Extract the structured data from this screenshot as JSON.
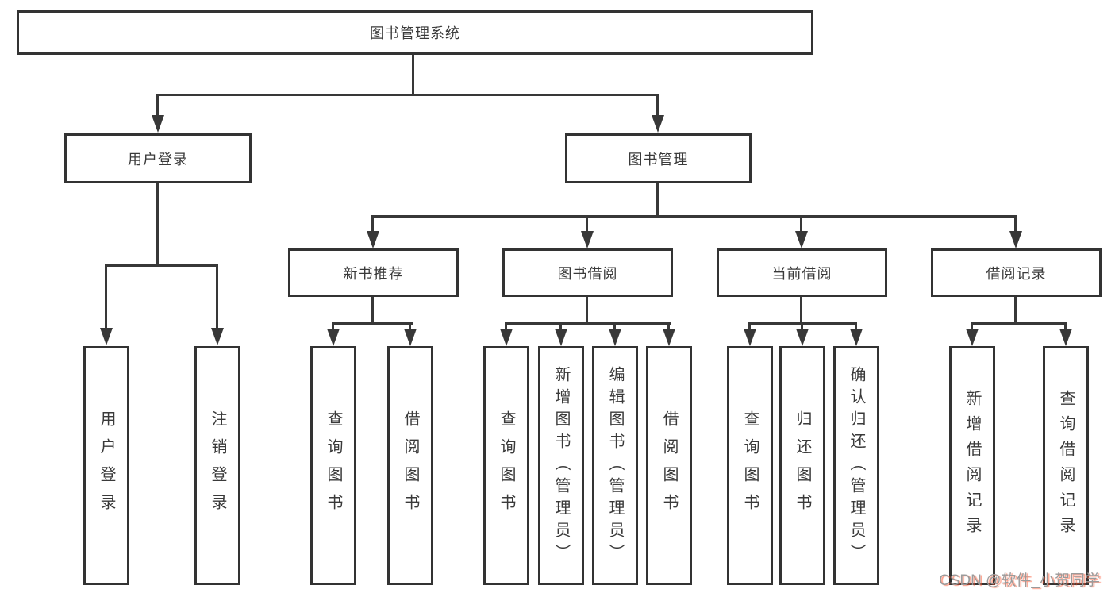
{
  "tree": {
    "label": "图书管理系统",
    "children": [
      {
        "label": "用户登录",
        "children": [
          {
            "label": "用户登录"
          },
          {
            "label": "注销登录"
          }
        ]
      },
      {
        "label": "图书管理",
        "children": [
          {
            "label": "新书推荐",
            "children": [
              {
                "label": "查询图书"
              },
              {
                "label": "借阅图书"
              }
            ]
          },
          {
            "label": "图书借阅",
            "children": [
              {
                "label": "查询图书"
              },
              {
                "label": "新增图书（管理员）"
              },
              {
                "label": "编辑图书（管理员）"
              },
              {
                "label": "借阅图书"
              }
            ]
          },
          {
            "label": "当前借阅",
            "children": [
              {
                "label": "查询图书"
              },
              {
                "label": "归还图书"
              },
              {
                "label": "确认归还（管理员）"
              }
            ]
          },
          {
            "label": "借阅记录",
            "children": [
              {
                "label": "新增借阅记录"
              },
              {
                "label": "查询借阅记录"
              }
            ]
          }
        ]
      }
    ]
  },
  "watermark": "CSDN @软件_小贺同学",
  "colors": {
    "line": "#383838",
    "text": "#3a3a3a",
    "background": "#ffffff",
    "watermark_gray": "#9b9b9b",
    "watermark_red": "#fc5531"
  }
}
